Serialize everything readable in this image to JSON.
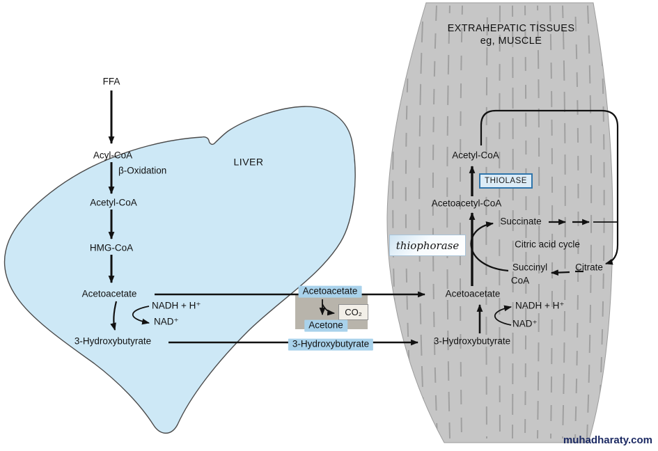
{
  "muscle_header": {
    "title": "EXTRAHEPATIC TISSUES",
    "subtitle": "eg, MUSCLE"
  },
  "liver": {
    "organ_label": "LIVER",
    "ffa": "FFA",
    "acyl_coa": "Acyl-CoA",
    "beta_oxidation": "β-Oxidation",
    "acetyl_coa": "Acetyl-CoA",
    "hmg_coa": "HMG-CoA",
    "acetoacetate": "Acetoacetate",
    "nadh": "NADH + H⁺",
    "nad": "NAD⁺",
    "hydroxybutyrate": "3-Hydroxybutyrate"
  },
  "transport": {
    "acetoacetate": "Acetoacetate",
    "co2": "CO₂",
    "acetone": "Acetone",
    "hydroxybutyrate": "3-Hydroxybutyrate"
  },
  "muscle": {
    "acetyl_coa": "Acetyl-CoA",
    "thiolase": "THIOLASE",
    "acetoacetyl_coa": "Acetoacetyl-CoA",
    "thiophorase": "thiophorase",
    "succinate": "Succinate",
    "citric_acid_cycle": "Citric acid cycle",
    "succinyl": "Succinyl",
    "coa": "CoA",
    "citrate": "Citrate",
    "acetoacetate": "Acetoacetate",
    "nadh": "NADH + H⁺",
    "nad": "NAD⁺",
    "hydroxybutyrate": "3-Hydroxybutyrate"
  },
  "footer": {
    "watermark": "muhadharaty.com"
  },
  "colors": {
    "liver_fill": "#cde8f6",
    "muscle_fill": "#c6c6c6",
    "striation": "#a0a0a0",
    "highlight": "#a9d2eb",
    "arrow": "#111111",
    "watermark_text": "#1c2a63",
    "thiolase_border": "#2e74ab"
  }
}
